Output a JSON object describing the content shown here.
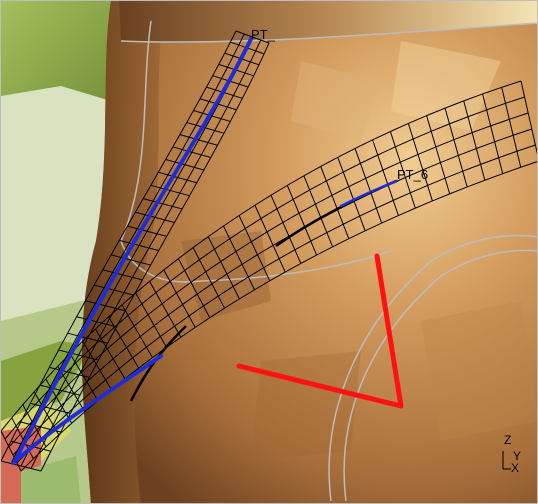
{
  "viewport": {
    "labels": {
      "point_top": "PT_",
      "point_mid": "PT_6"
    },
    "triad": {
      "z": "Z",
      "y": "Y",
      "x": "X"
    }
  },
  "colors": {
    "surface_dark": "#7a4a22",
    "surface_mid": "#b27a45",
    "surface_light": "#e9c188",
    "background_green": "#8aa548",
    "background_pale": "#d8e1bd",
    "mesh": "#000000",
    "blue_curve": "#1f2dd6",
    "red_marker": "#ff1111",
    "grey_curve": "#b9b9b9"
  }
}
